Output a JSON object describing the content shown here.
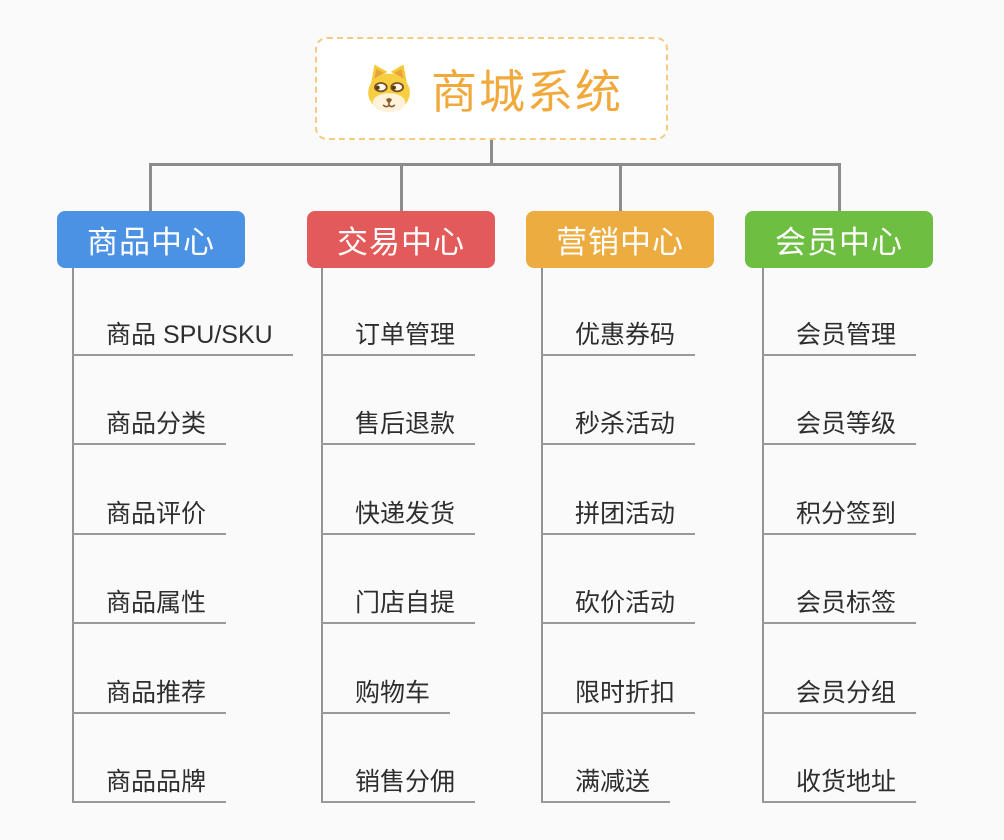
{
  "root": {
    "title": "商城系统",
    "title_color": "#F2A93B",
    "border_color": "#F5CA81",
    "icon": "dog-face-icon"
  },
  "branches": [
    {
      "label": "商品中心",
      "color": "#4B92E5",
      "children": [
        "商品 SPU/SKU",
        "商品分类",
        "商品评价",
        "商品属性",
        "商品推荐",
        "商品品牌"
      ]
    },
    {
      "label": "交易中心",
      "color": "#E35A5A",
      "children": [
        "订单管理",
        "售后退款",
        "快递发货",
        "门店自提",
        "购物车",
        "销售分佣"
      ]
    },
    {
      "label": "营销中心",
      "color": "#ECAC40",
      "children": [
        "优惠券码",
        "秒杀活动",
        "拼团活动",
        "砍价活动",
        "限时折扣",
        "满减送"
      ]
    },
    {
      "label": "会员中心",
      "color": "#6EBE41",
      "children": [
        "会员管理",
        "会员等级",
        "积分签到",
        "会员标签",
        "会员分组",
        "收货地址"
      ]
    }
  ],
  "colors": {
    "connector": "#8C8C8C",
    "underline": "#999999",
    "leaf_text": "#2E2E2E",
    "background": "#FAFAFA"
  }
}
